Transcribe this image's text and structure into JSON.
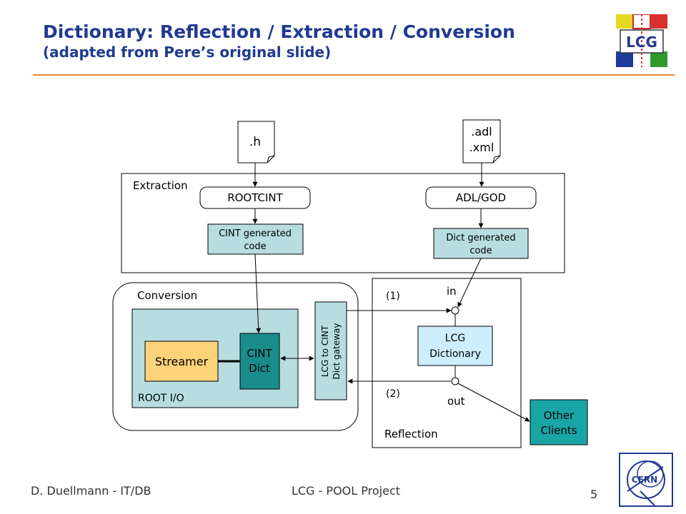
{
  "header": {
    "title": "Dictionary: Reflection / Extraction / Conversion",
    "subtitle": "(adapted from Pere’s original slide)",
    "logo_text": "LCG"
  },
  "diagram": {
    "file_h": ".h",
    "file_adl_1": ".adl",
    "file_adl_2": ".xml",
    "extraction_label": "Extraction",
    "rootcint": "ROOTCINT",
    "adlgod": "ADL/GOD",
    "cint_gen_1": "CINT generated",
    "cint_gen_2": "code",
    "dict_gen_1": "Dict generated",
    "dict_gen_2": "code",
    "conversion_label": "Conversion",
    "streamer": "Streamer",
    "cint_dict_1": "CINT",
    "cint_dict_2": "Dict",
    "rootio": "ROOT I/O",
    "gateway_1": "LCG to CINT",
    "gateway_2": "Dict gateway",
    "reflection_label": "Reflection",
    "marker_1": "(1)",
    "marker_2": "(2)",
    "in_label": "in",
    "out_label": "out",
    "lcg_dict_1": "LCG",
    "lcg_dict_2": "Dictionary",
    "other_1": "Other",
    "other_2": "Clients"
  },
  "footer": {
    "author": "D. Duellmann - IT/DB",
    "project": "LCG - POOL Project",
    "page": "5",
    "cern_logo_text": "CERN"
  },
  "colors": {
    "title": "#1f3a93",
    "rule": "#e88a2e",
    "light_teal": "#b7dde0",
    "dark_teal": "#1a8c8c",
    "streamer": "#fcd27a",
    "lcg_dict": "#cdeefc",
    "other_clients": "#1aa5a5"
  }
}
